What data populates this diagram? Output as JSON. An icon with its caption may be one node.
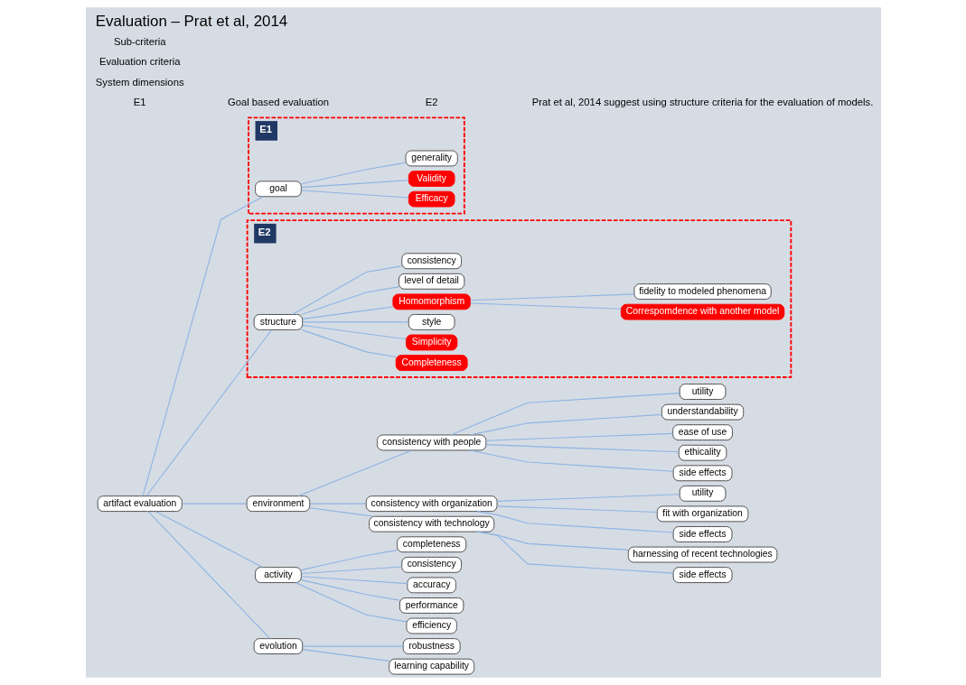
{
  "diagram": {
    "title": "Evaluation – Prat et al, 2014",
    "nodes": [
      {
        "text": [
          "artifact evaluation"
        ]
      },
      {
        "text": [
          "E1"
        ]
      },
      {
        "text": [
          "goal"
        ],
        "in": 1
      },
      {
        "text": [
          "Efficacy"
        ],
        "in": 1
      },
      {
        "text": [
          "Validity"
        ],
        "in": 1
      },
      {
        "text": [
          "generality"
        ],
        "in": 1
      },
      {
        "text": [
          "environment"
        ]
      },
      {
        "text": [
          "consistency with people"
        ]
      },
      {
        "text": [
          "utility"
        ]
      },
      {
        "text": [
          "understandability"
        ]
      },
      {
        "text": [
          "ease of use"
        ]
      },
      {
        "text": [
          "ethicality"
        ]
      },
      {
        "text": [
          "side effects"
        ]
      },
      {
        "text": [
          "consistency with organization"
        ]
      },
      {
        "text": [
          "utility"
        ]
      },
      {
        "text": [
          "fit with organization"
        ]
      },
      {
        "text": [
          "side effects"
        ]
      },
      {
        "text": [
          "consistency with technology"
        ]
      },
      {
        "text": [
          "harnessing of recent technologies"
        ]
      },
      {
        "text": [
          "side effects"
        ]
      },
      {
        "text": [
          "E2"
        ]
      },
      {
        "text": [
          "structure"
        ],
        "in": 20
      },
      {
        "text": [
          "Completeness"
        ],
        "in": 20
      },
      {
        "text": [
          "Simplicity"
        ],
        "in": 20
      },
      {
        "text": [
          "style"
        ],
        "in": 20
      },
      {
        "text": [
          "Homomorphism"
        ],
        "in": 20
      },
      {
        "text": [
          "level of detail"
        ],
        "in": 20
      },
      {
        "text": [
          "consistency"
        ],
        "in": 20
      },
      {
        "text": [
          "Correspomdence with another model"
        ],
        "in": 20
      },
      {
        "text": [
          "fidelity to modeled phenomena"
        ],
        "in": 20
      },
      {
        "text": [
          "activity"
        ]
      },
      {
        "text": [
          "completeness"
        ]
      },
      {
        "text": [
          "consistency"
        ]
      },
      {
        "text": [
          "accuracy"
        ]
      },
      {
        "text": [
          "performance"
        ]
      },
      {
        "text": [
          "efficiency"
        ]
      },
      {
        "text": [
          "evolution"
        ]
      },
      {
        "text": [
          "robustness"
        ]
      },
      {
        "text": [
          "learning capability"
        ]
      }
    ],
    "edges": [
      {
        "from": 0,
        "to": 2,
        "arrow": "none"
      },
      {
        "from": 0,
        "to": 6,
        "arrow": "none"
      },
      {
        "from": 0,
        "to": 21,
        "arrow": "none"
      },
      {
        "from": 0,
        "to": 30,
        "arrow": "none"
      },
      {
        "from": 0,
        "to": 36,
        "arrow": "none"
      },
      {
        "from": 2,
        "to": 3,
        "arrow": "none"
      },
      {
        "from": 2,
        "to": 4,
        "arrow": "none"
      },
      {
        "from": 2,
        "to": 5,
        "arrow": "none"
      },
      {
        "from": 6,
        "to": 7,
        "arrow": "none"
      },
      {
        "from": 6,
        "to": 13,
        "arrow": "none"
      },
      {
        "from": 6,
        "to": 17,
        "arrow": "none"
      },
      {
        "from": 7,
        "to": 8,
        "arrow": "none"
      },
      {
        "from": 7,
        "to": 9,
        "arrow": "none"
      },
      {
        "from": 7,
        "to": 10,
        "arrow": "none"
      },
      {
        "from": 7,
        "to": 11,
        "arrow": "none"
      },
      {
        "from": 7,
        "to": 12,
        "arrow": "none"
      },
      {
        "from": 13,
        "to": 14,
        "arrow": "none"
      },
      {
        "from": 13,
        "to": 15,
        "arrow": "none"
      },
      {
        "from": 13,
        "to": 16,
        "arrow": "none"
      },
      {
        "from": 17,
        "to": 18,
        "arrow": "none"
      },
      {
        "from": 17,
        "to": 19,
        "arrow": "none"
      },
      {
        "from": 21,
        "to": 22,
        "arrow": "none"
      },
      {
        "from": 21,
        "to": 23,
        "arrow": "none"
      },
      {
        "from": 21,
        "to": 24,
        "arrow": "none"
      },
      {
        "from": 21,
        "to": 25,
        "arrow": "none"
      },
      {
        "from": 21,
        "to": 26,
        "arrow": "none"
      },
      {
        "from": 21,
        "to": 27,
        "arrow": "none"
      },
      {
        "from": 25,
        "to": 28,
        "arrow": "none"
      },
      {
        "from": 25,
        "to": 29,
        "arrow": "none"
      },
      {
        "from": 30,
        "to": 31,
        "arrow": "none"
      },
      {
        "from": 30,
        "to": 32,
        "arrow": "none"
      },
      {
        "from": 30,
        "to": 33,
        "arrow": "none"
      },
      {
        "from": 30,
        "to": 34,
        "arrow": "none"
      },
      {
        "from": 30,
        "to": 35,
        "arrow": "none"
      },
      {
        "from": 36,
        "to": 37,
        "arrow": "none"
      },
      {
        "from": 36,
        "to": 38,
        "arrow": "none"
      }
    ],
    "labels": [
      "E1",
      "Goal based evaluation",
      "E2",
      "Prat et al, 2014 suggest using structure criteria for the evaluation of models.",
      "System dimensions",
      "Evaluation criteria",
      "Sub-criteria"
    ]
  }
}
